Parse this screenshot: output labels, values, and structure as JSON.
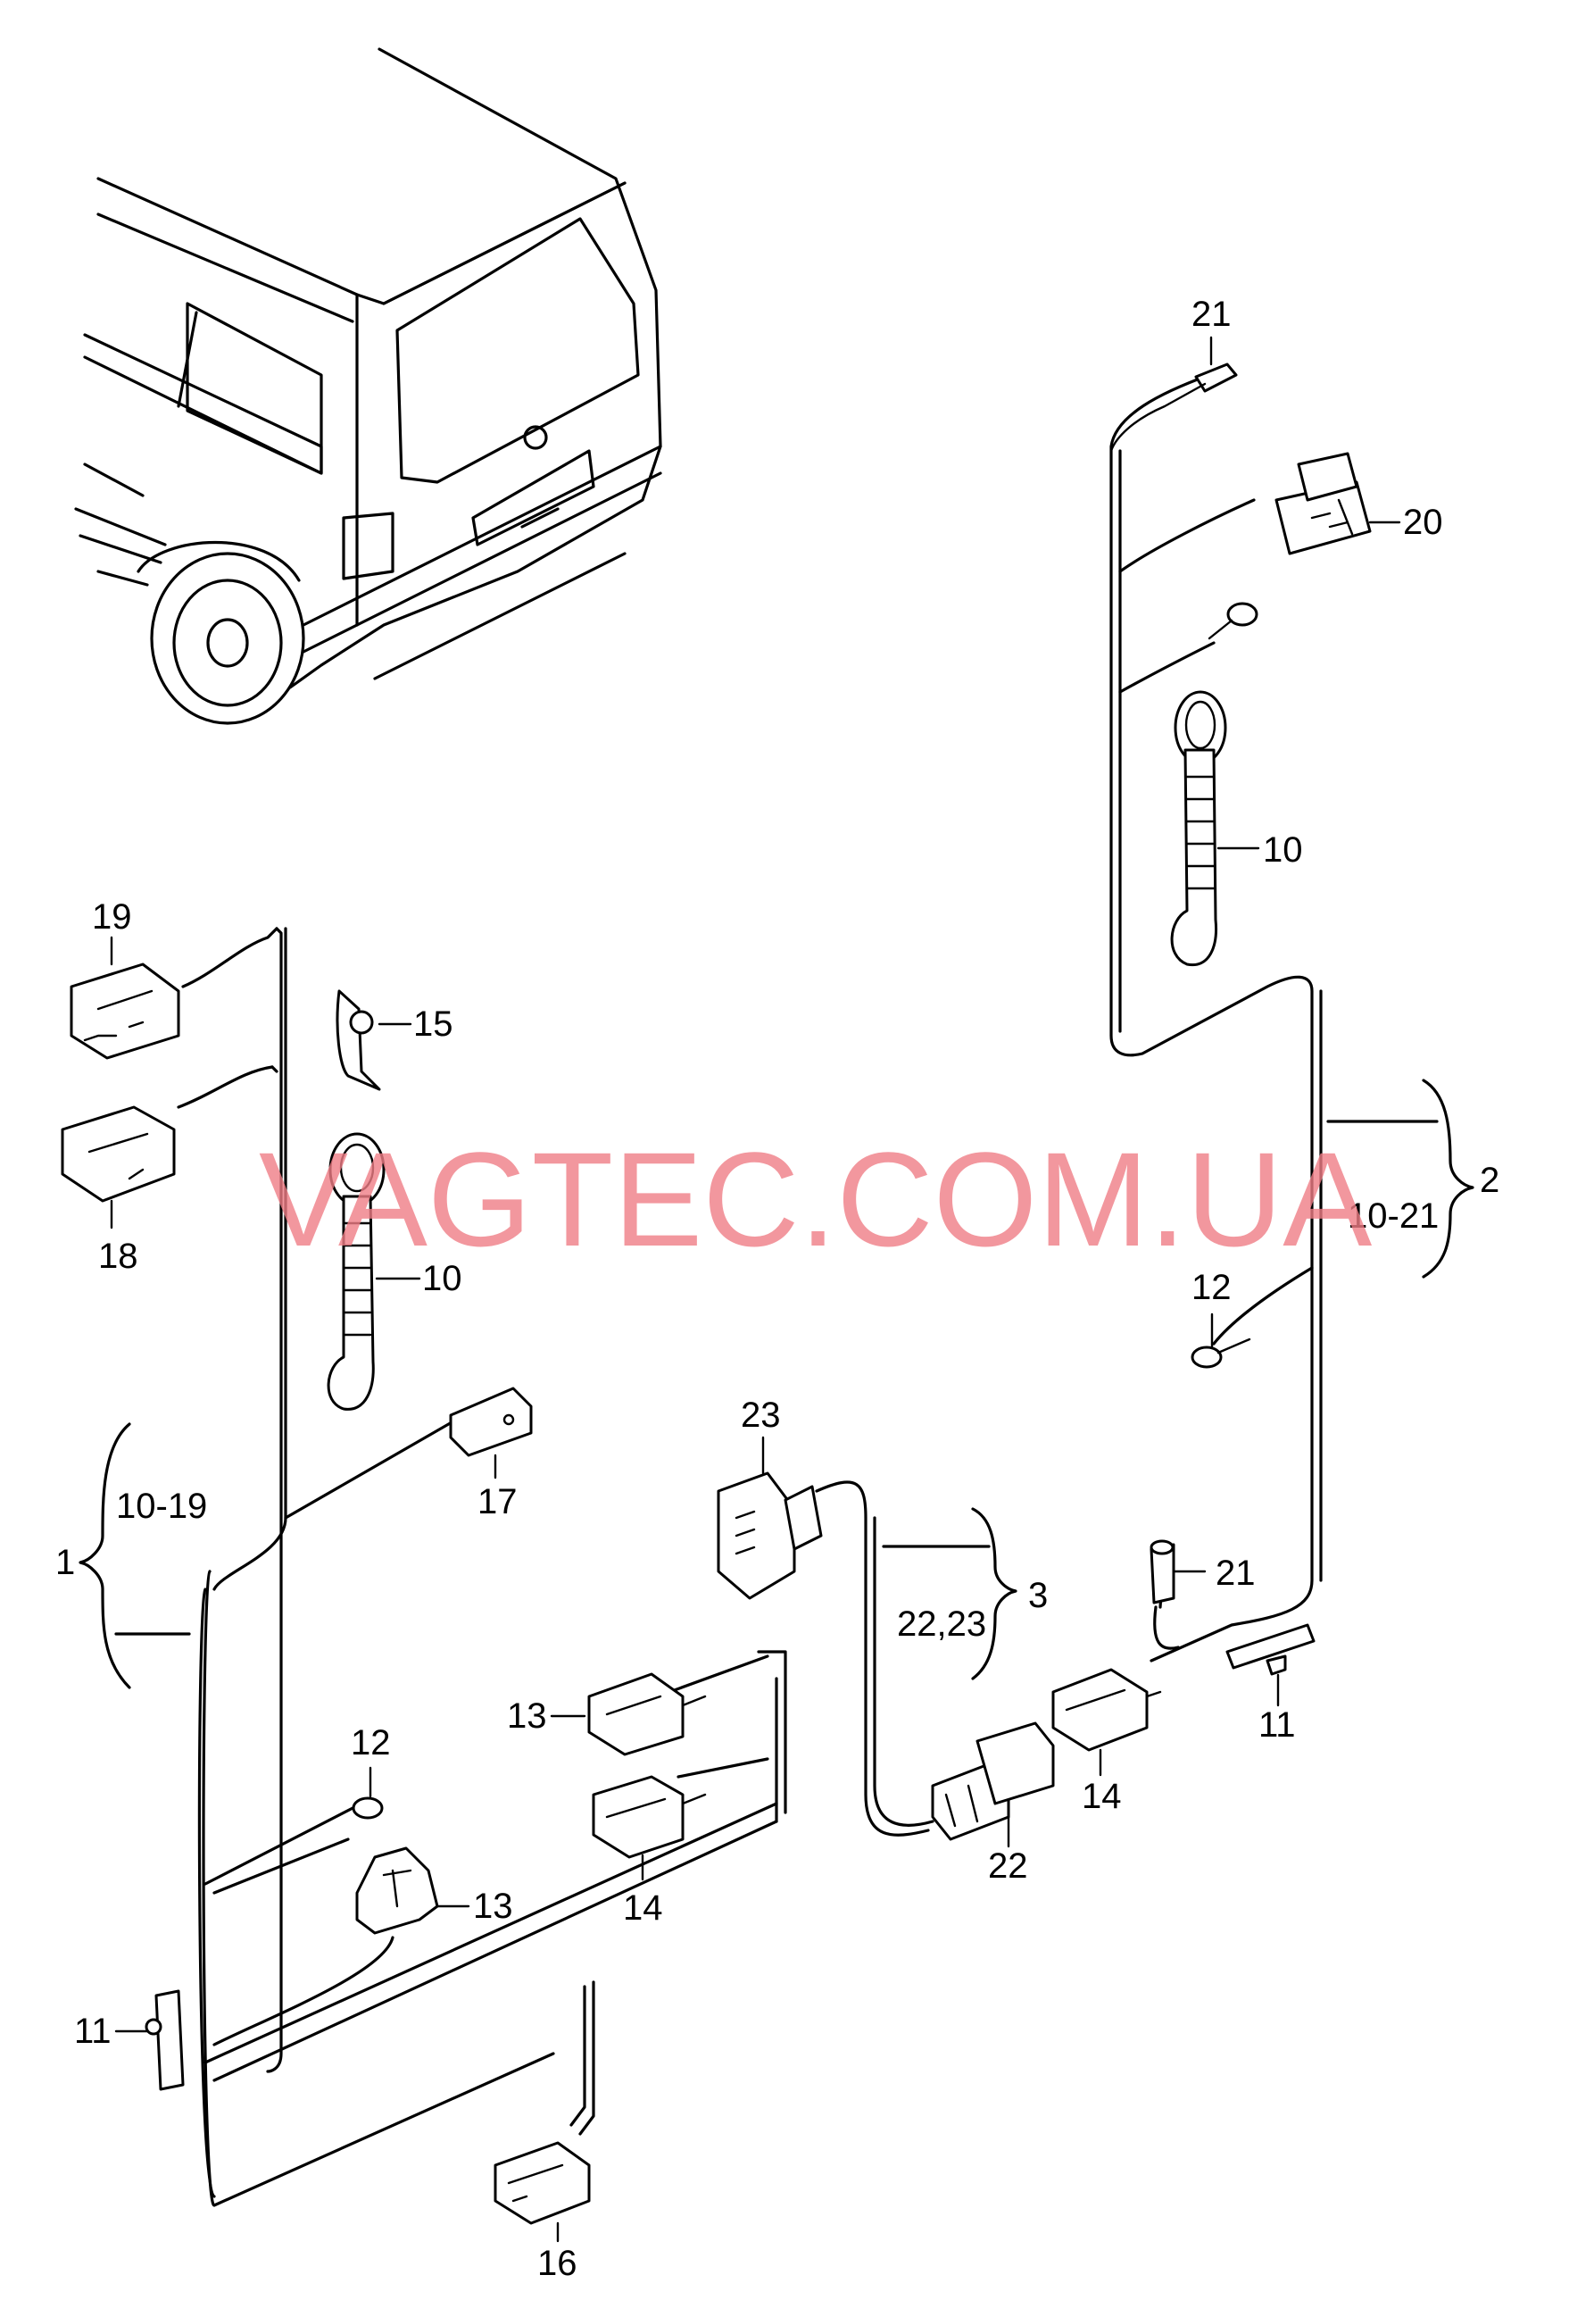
{
  "watermark": "VAGTEC.COM.UA",
  "callouts": {
    "c21_top": "21",
    "c20": "20",
    "c10_right": "10",
    "c19": "19",
    "c15": "15",
    "c18": "18",
    "c10_left": "10",
    "c12_right": "12",
    "c17": "17",
    "c23": "23",
    "c21_mid": "21",
    "c13_a": "13",
    "c12_left": "12",
    "c13_b": "13",
    "c14_mid": "14",
    "c22": "22",
    "c14_right": "14",
    "c11_right": "11",
    "c11_left": "11",
    "c16": "16"
  },
  "groups": {
    "g1_number": "1",
    "g1_range": "10-19",
    "g2_number": "2",
    "g2_range": "10-21",
    "g3_number": "3",
    "g3_range": "22,23"
  }
}
